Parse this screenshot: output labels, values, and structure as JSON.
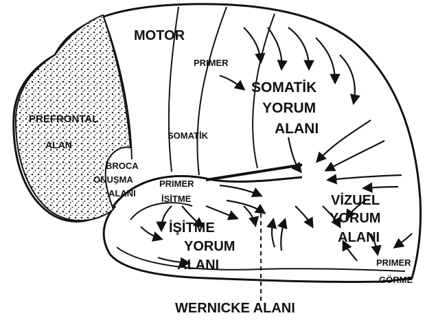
{
  "diagram": {
    "labels": {
      "motor": "MOTOR",
      "primer_top": "PRIMER",
      "somatik_yorum": [
        "SOMATİK",
        "YORUM",
        "ALANI"
      ],
      "prefrontal": [
        "PREFRONTAL",
        "ALAN"
      ],
      "somatik": "SOMATİK",
      "broca": [
        "BROCA",
        "ONUŞMA",
        "ALANI"
      ],
      "primer_isitme": [
        "PRIMER",
        "İŞİTME"
      ],
      "isitme_yorum": [
        "İŞİTME",
        "YORUM",
        "ALANI"
      ],
      "vizuel_yorum": [
        "VİZUEL",
        "YORUM",
        "ALANI"
      ],
      "primer_gorme": [
        "PRIMER",
        "GÖRME"
      ],
      "wernicke": "WERNICKE ALANI"
    }
  }
}
